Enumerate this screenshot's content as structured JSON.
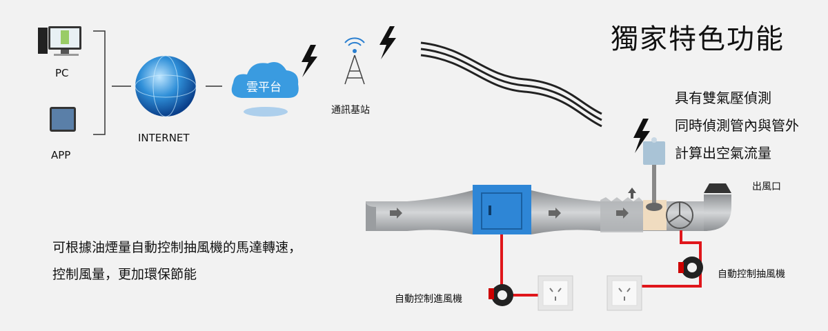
{
  "title": "獨家特色功能",
  "devices": {
    "pc_label": "PC",
    "app_label": "APP"
  },
  "internet_label": "INTERNET",
  "cloud_label": "雲平台",
  "station_label": "通訊基站",
  "features": [
    "具有雙氣壓偵測",
    "同時偵測管內與管外",
    "計算出空氣流量"
  ],
  "outlet_label": "出風口",
  "description": [
    "可根據油煙量自動控制抽風機的馬達轉速，",
    "控制風量，更加環保節能"
  ],
  "intake_control_label": "自動控制進風機",
  "exhaust_control_label": "自動控制抽風機",
  "colors": {
    "duct": "#a9acae",
    "filter_box": "#2e86d6",
    "wire": "#e0161b",
    "cloud": "#3a9be0"
  }
}
